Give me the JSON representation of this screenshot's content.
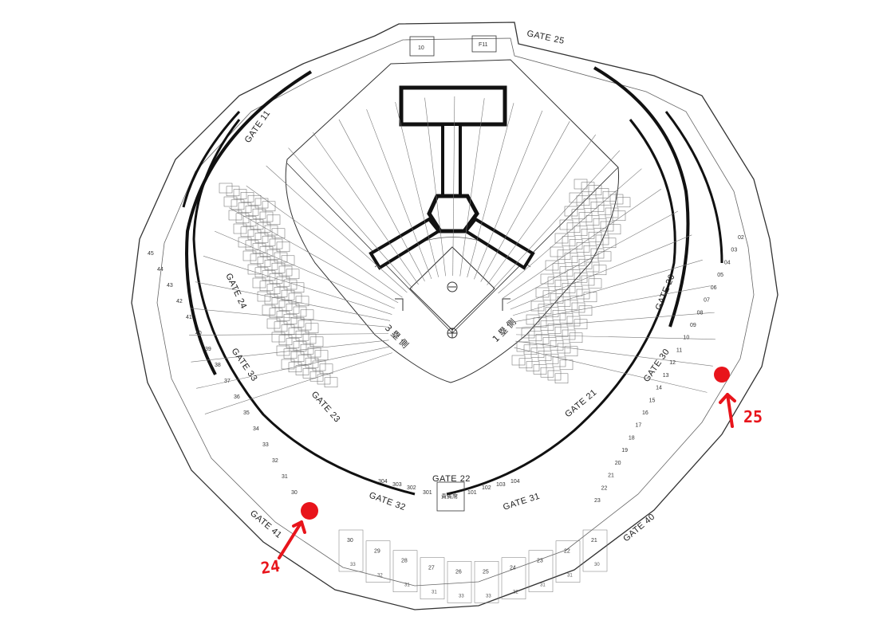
{
  "gates": {
    "g25": "GATE 25",
    "g11": "GATE 11",
    "g24": "GATE 24",
    "g33": "GATE 33",
    "g23": "GATE 23",
    "g22": "GATE 22",
    "g21": "GATE 21",
    "g20": "GATE 20",
    "g30": "GATE 30",
    "g32": "GATE 32",
    "g31": "GATE 31",
    "g41": "GATE 41",
    "g40": "GATE 40"
  },
  "sides": {
    "third": "3 塁 側",
    "first": "1 塁 側"
  },
  "special": {
    "vip": "貴賓席",
    "s301": "301",
    "s302": "302",
    "s303": "303",
    "s304": "304",
    "s101": "101",
    "s102": "102",
    "s103": "103",
    "s104": "104",
    "f10": "10",
    "f11": "F11"
  },
  "ring_e_numbers_left": [
    "45",
    "44",
    "43",
    "42",
    "41",
    "40",
    "39",
    "38",
    "37",
    "36",
    "35",
    "34",
    "33",
    "32",
    "31",
    "30"
  ],
  "ring_e_numbers_right": [
    "02",
    "03",
    "04",
    "05",
    "06",
    "07",
    "08",
    "09",
    "10",
    "11",
    "12",
    "13",
    "14",
    "15",
    "16",
    "17",
    "18",
    "19",
    "20",
    "21",
    "22",
    "23"
  ],
  "ring_bottom": [
    "30",
    "29",
    "28",
    "27",
    "26",
    "25",
    "24",
    "23",
    "22",
    "21"
  ],
  "ring_bottom_sub": [
    "33",
    "32",
    "31",
    "31",
    "33",
    "33",
    "32",
    "31",
    "31",
    "30"
  ],
  "markers": [
    {
      "label": "24",
      "color": "#e8141b"
    },
    {
      "label": "25",
      "color": "#e8141b"
    }
  ],
  "colors": {
    "ink": "#111111",
    "line": "#333333",
    "light": "#888888",
    "marker": "#e8141b"
  }
}
